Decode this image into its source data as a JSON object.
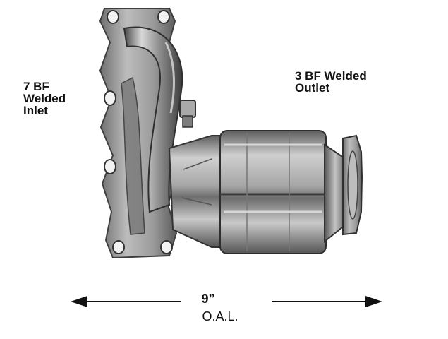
{
  "labels": {
    "inlet": "7 BF\nWelded\nInlet",
    "outlet": "3 BF Welded\nOutlet"
  },
  "dimension": {
    "value": "9”",
    "unit_label": "O.A.L."
  },
  "colors": {
    "metal_dark": "#4a4a4a",
    "metal_mid": "#8c8c8c",
    "metal_light": "#d2d2d2"
  }
}
